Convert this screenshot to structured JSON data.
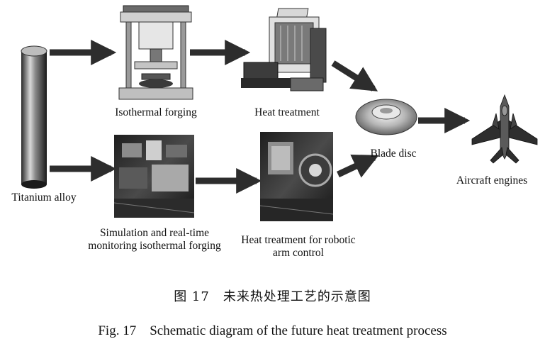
{
  "nodes": {
    "titanium": "Titanium alloy",
    "isothermal": "Isothermal forging",
    "heat_top": "Heat treatment",
    "blade": "Blade disc",
    "engines": "Aircraft engines",
    "simulation": "Simulation and real-time monitoring isothermal forging",
    "heat_robot": "Heat treatment for robotic arm control"
  },
  "caption": {
    "zh": "图 17　未来热处理工艺的示意图",
    "en": "Fig. 17　Schematic diagram of the future heat treatment process"
  }
}
